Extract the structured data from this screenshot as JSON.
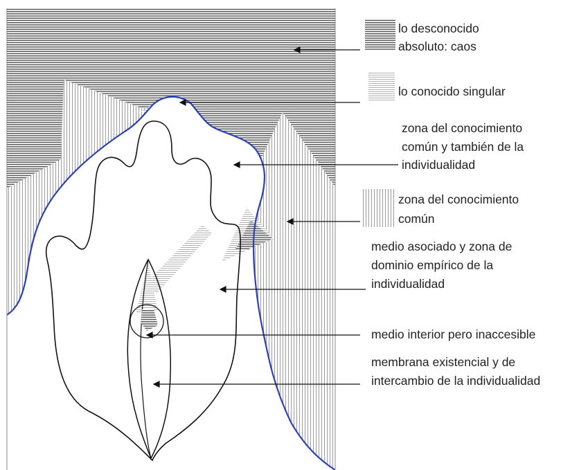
{
  "labels": {
    "chaos": [
      "lo desconocido",
      "absoluto: caos"
    ],
    "singular": "lo conocido singular",
    "common_individual": [
      "zona del conocimiento",
      "común y también de la",
      "individualidad"
    ],
    "common": [
      "zona del conocimiento",
      "común"
    ],
    "associated_medium": [
      "medio asociado y zona de",
      "dominio empírico de la",
      "individualidad"
    ],
    "inner_medium": "medio interior pero inaccesible",
    "membrane": [
      "membrana existencial y de",
      "intercambio de la individualidad"
    ]
  },
  "colors": {
    "outline": "#111111",
    "membrane": "#2a3fb8",
    "hatch": "#777777",
    "text": "#222222"
  }
}
